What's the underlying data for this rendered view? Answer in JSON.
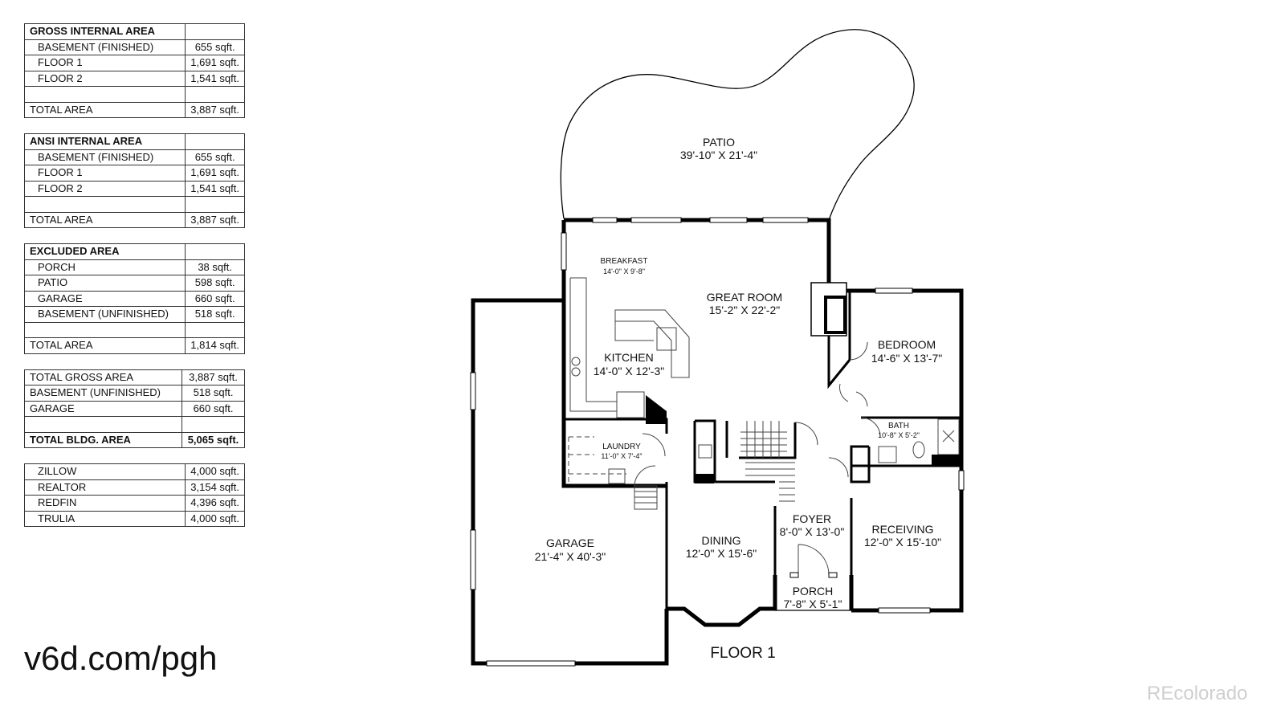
{
  "area_tables": [
    {
      "rows": [
        {
          "label": "GROSS INTERNAL AREA",
          "value": "",
          "kind": "head"
        },
        {
          "label": "BASEMENT (FINISHED)",
          "value": "655 sqft.",
          "kind": "indent"
        },
        {
          "label": "FLOOR 1",
          "value": "1,691 sqft.",
          "kind": "indent"
        },
        {
          "label": "FLOOR 2",
          "value": "1,541 sqft.",
          "kind": "indent"
        },
        {
          "label": "",
          "value": "",
          "kind": "blank"
        },
        {
          "label": "TOTAL AREA",
          "value": "3,887 sqft.",
          "kind": "normal"
        }
      ]
    },
    {
      "rows": [
        {
          "label": "ANSI INTERNAL AREA",
          "value": "",
          "kind": "head"
        },
        {
          "label": "BASEMENT (FINISHED)",
          "value": "655 sqft.",
          "kind": "indent"
        },
        {
          "label": "FLOOR 1",
          "value": "1,691 sqft.",
          "kind": "indent"
        },
        {
          "label": "FLOOR 2",
          "value": "1,541 sqft.",
          "kind": "indent"
        },
        {
          "label": "",
          "value": "",
          "kind": "blank"
        },
        {
          "label": "TOTAL AREA",
          "value": "3,887 sqft.",
          "kind": "normal"
        }
      ]
    },
    {
      "rows": [
        {
          "label": "EXCLUDED AREA",
          "value": "",
          "kind": "head"
        },
        {
          "label": "PORCH",
          "value": "38 sqft.",
          "kind": "indent"
        },
        {
          "label": "PATIO",
          "value": "598 sqft.",
          "kind": "indent"
        },
        {
          "label": "GARAGE",
          "value": "660 sqft.",
          "kind": "indent"
        },
        {
          "label": "BASEMENT (UNFINISHED)",
          "value": "518 sqft.",
          "kind": "indent"
        },
        {
          "label": "",
          "value": "",
          "kind": "blank"
        },
        {
          "label": "TOTAL AREA",
          "value": "1,814 sqft.",
          "kind": "normal"
        }
      ]
    },
    {
      "rows": [
        {
          "label": "TOTAL GROSS AREA",
          "value": "3,887 sqft.",
          "kind": "normal"
        },
        {
          "label": "BASEMENT (UNFINISHED)",
          "value": "518 sqft.",
          "kind": "normal"
        },
        {
          "label": "GARAGE",
          "value": "660 sqft.",
          "kind": "normal"
        },
        {
          "label": "",
          "value": "",
          "kind": "blank"
        },
        {
          "label": "TOTAL BLDG. AREA",
          "value": "5,065 sqft.",
          "kind": "bold"
        }
      ]
    },
    {
      "rows": [
        {
          "label": "ZILLOW",
          "value": "4,000 sqft.",
          "kind": "indent"
        },
        {
          "label": "REALTOR",
          "value": "3,154 sqft.",
          "kind": "indent"
        },
        {
          "label": "REDFIN",
          "value": "4,396 sqft.",
          "kind": "indent"
        },
        {
          "label": "TRULIA",
          "value": "4,000 sqft.",
          "kind": "indent"
        }
      ]
    }
  ],
  "site_url": "v6d.com/pgh",
  "watermark": "REcolorado",
  "floor_label": "FLOOR 1",
  "rooms": {
    "patio": {
      "name": "PATIO",
      "dims": "39'-10\" X 21'-4\""
    },
    "breakfast": {
      "name": "BREAKFAST",
      "dims": "14'-0\" X 9'-8\""
    },
    "great_room": {
      "name": "GREAT ROOM",
      "dims": "15'-2\" X 22'-2\""
    },
    "kitchen": {
      "name": "KITCHEN",
      "dims": "14'-0\" X 12'-3\""
    },
    "bedroom": {
      "name": "BEDROOM",
      "dims": "14'-6\" X 13'-7\""
    },
    "bath": {
      "name": "BATH",
      "dims": "10'-8\" X 5'-2\""
    },
    "laundry": {
      "name": "LAUNDRY",
      "dims": "11'-0\" X 7'-4\""
    },
    "garage": {
      "name": "GARAGE",
      "dims": "21'-4\" X 40'-3\""
    },
    "foyer": {
      "name": "FOYER",
      "dims": "8'-0\" X 13'-0\""
    },
    "dining": {
      "name": "DINING",
      "dims": "12'-0\" X 15'-6\""
    },
    "receiving": {
      "name": "RECEIVING",
      "dims": "12'-0\" X 15'-10\""
    },
    "porch": {
      "name": "PORCH",
      "dims": "7'-8\" X 5'-1\""
    }
  }
}
